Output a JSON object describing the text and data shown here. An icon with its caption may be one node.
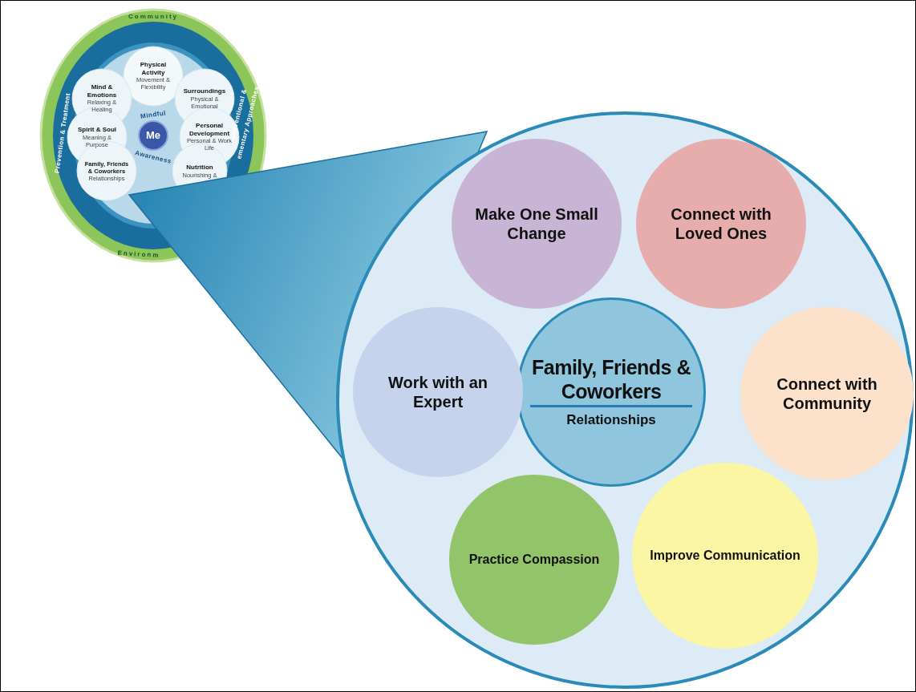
{
  "diagram": {
    "nodes": [
      {
        "text": [
          "Family, Friends & Coworkers",
          "Relationships"
        ]
      },
      {
        "text": [
          "Make One Small Change"
        ]
      },
      {
        "text": [
          "Connect with Loved Ones"
        ]
      },
      {
        "text": [
          "Work with an Expert"
        ]
      },
      {
        "text": [
          "Connect with Community"
        ]
      },
      {
        "text": [
          "Practice Compassion"
        ]
      },
      {
        "text": [
          "Improve Communication"
        ]
      },
      {
        "text": [
          "Physical Activity",
          "Movement & Flexibility"
        ]
      },
      {
        "text": [
          "Surroundings",
          "Physical & Emotional"
        ]
      },
      {
        "text": [
          "Personal Development",
          "Personal & Work Life"
        ]
      },
      {
        "text": [
          "Mind & Emotions",
          "Relaxing & Healing"
        ]
      },
      {
        "text": [
          "Spirit & Soul",
          "Meaning & Purpose"
        ]
      },
      {
        "text": [
          "Family, Friends & Coworkers",
          "Relationships"
        ]
      },
      {
        "text": [
          "Nutrition",
          "Nourishing &"
        ]
      },
      {
        "text": [
          "Me"
        ]
      }
    ],
    "labels": [
      "Community",
      "Prevention & Treatment",
      "Conventional &",
      "ementary Approaches",
      "Mindful",
      "Awareness",
      "Environm"
    ]
  }
}
